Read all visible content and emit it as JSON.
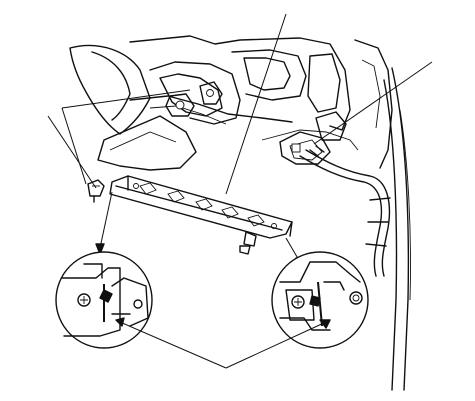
{
  "figure": {
    "kind": "exploded assembly line drawing",
    "colors": {
      "ink": "#111111",
      "paper": "#ffffff"
    }
  },
  "callouts": {
    "leader_groups": [
      "fastener-clips",
      "bracket-part",
      "wire-harness",
      "detail-clip-pointers"
    ],
    "detail_views": [
      "left-clip-detail",
      "right-clip-detail"
    ]
  }
}
